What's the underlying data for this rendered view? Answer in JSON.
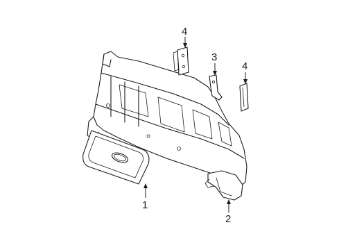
{
  "diagram": {
    "callouts": [
      {
        "id": "1",
        "label": "1"
      },
      {
        "id": "2",
        "label": "2"
      },
      {
        "id": "3",
        "label": "3"
      },
      {
        "id": "4a",
        "label": "4"
      },
      {
        "id": "4b",
        "label": "4"
      }
    ]
  }
}
